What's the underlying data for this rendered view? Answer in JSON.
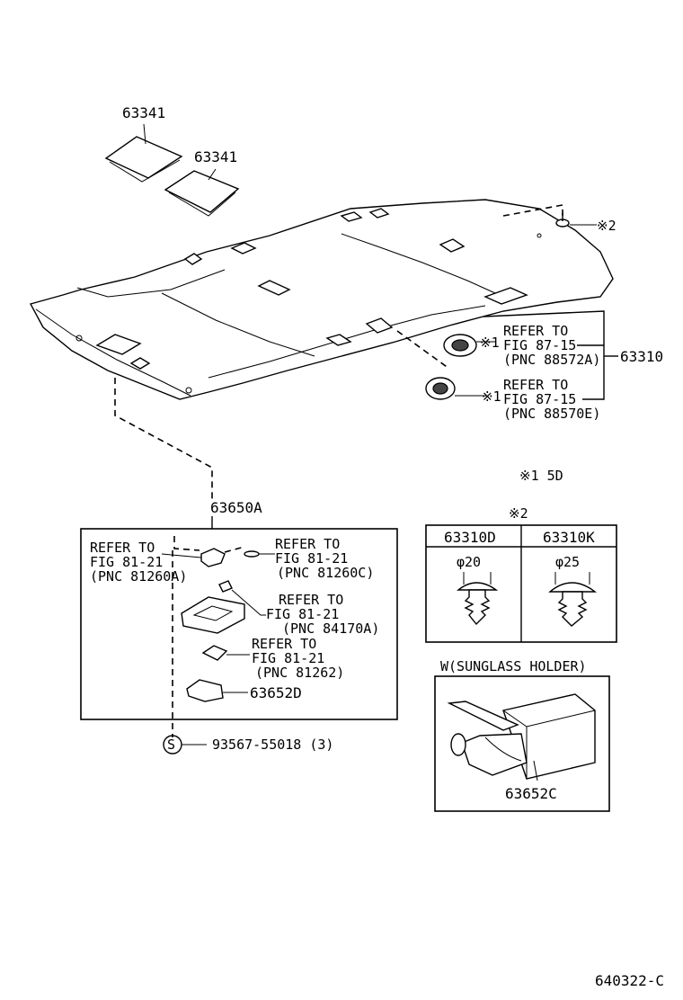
{
  "labels": {
    "visor_top": "63341",
    "visor_bottom": "63341",
    "clip_mark": "※2",
    "headliner": "63310",
    "ref1_line1": "REFER TO",
    "ref1_line2": "FIG 87-15",
    "ref1_line3": "(PNC 88572A)",
    "ref2_line1": "REFER TO",
    "ref2_line2": "FIG 87-15",
    "ref2_line3": "(PNC 88570E)",
    "mark1_a": "※1",
    "mark1_b": "※1",
    "note_5d": "※1 5D",
    "lamp_assy": "63650A",
    "ra_line1": "REFER TO",
    "ra_line2": "FIG 81-21",
    "ra_line3": "(PNC 81260A)",
    "rc_line1": "REFER TO",
    "rc_line2": "FIG 81-21",
    "rc_line3": "(PNC 81260C)",
    "rd_line1": "REFER TO",
    "rd_line2": "FIG 81-21",
    "rd_line3": "(PNC 84170A)",
    "re_line1": "REFER TO",
    "re_line2": "FIG 81-21",
    "re_line3": "(PNC 81262)",
    "bracket": "63652D",
    "screw_symbol": "S",
    "screw": "93567-55018 (3)",
    "table_title": "※2",
    "col1_head": "63310D",
    "col2_head": "63310K",
    "col1_dim": "φ20",
    "col2_dim": "φ25",
    "holder_title": "W(SUNGLASS HOLDER)",
    "holder_part": "63652C",
    "figure_code": "640322-C"
  }
}
